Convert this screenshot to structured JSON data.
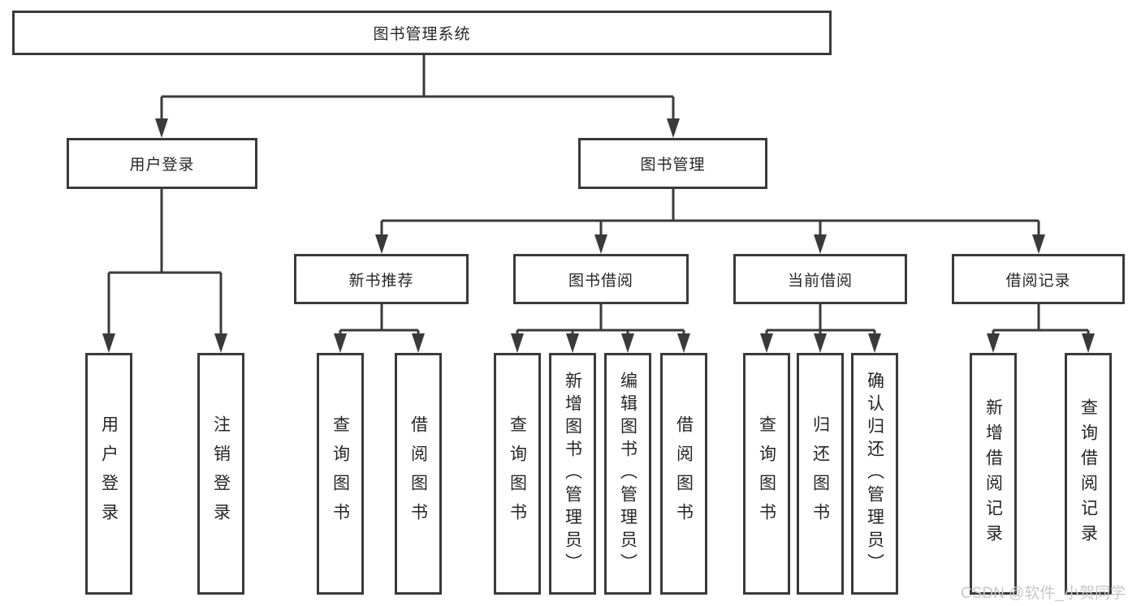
{
  "tree": {
    "label": "图书管理系统",
    "children": [
      {
        "label": "用户登录",
        "children": [
          {
            "label": "用户登录"
          },
          {
            "label": "注销登录"
          }
        ]
      },
      {
        "label": "图书管理",
        "children": [
          {
            "label": "新书推荐",
            "children": [
              {
                "label": "查询图书"
              },
              {
                "label": "借阅图书"
              }
            ]
          },
          {
            "label": "图书借阅",
            "children": [
              {
                "label": "查询图书"
              },
              {
                "label": "新增图书（管理员）"
              },
              {
                "label": "编辑图书（管理员）"
              },
              {
                "label": "借阅图书"
              }
            ]
          },
          {
            "label": "当前借阅",
            "children": [
              {
                "label": "查询图书"
              },
              {
                "label": "归还图书"
              },
              {
                "label": "确认归还（管理员）"
              }
            ]
          },
          {
            "label": "借阅记录",
            "children": [
              {
                "label": "新增借阅记录"
              },
              {
                "label": "查询借阅记录"
              }
            ]
          }
        ]
      }
    ]
  },
  "watermark": "CSDN @软件_小贺同学",
  "colors": {
    "line": "#3a3a3a",
    "text": "#262626",
    "watermark": "#c7c7c7",
    "background": "#ffffff"
  }
}
